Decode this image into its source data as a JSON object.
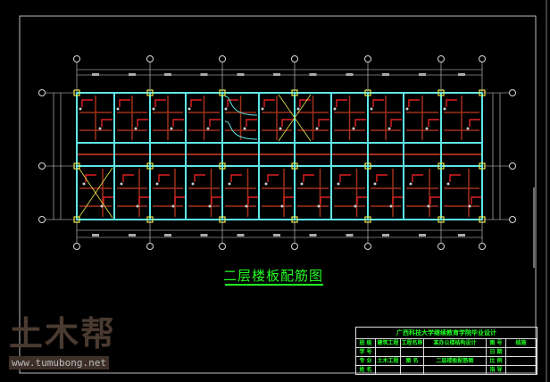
{
  "drawing": {
    "title": "二层楼板配筋图",
    "colors": {
      "beam": "#5ee6e6",
      "rebar": "#e02020",
      "secondary": "#a0301a",
      "dim": "#d8d8d8",
      "column": "#e8e850",
      "text": "#22ff22"
    }
  },
  "title_block": {
    "header": "广西科技大学继续教育学院毕业设计",
    "rows": [
      {
        "label": "班 级",
        "value": "建筑工程",
        "project_label": "工程名称",
        "project": "某办公楼结构设计",
        "r_label": "图 号",
        "r_value": "结施"
      },
      {
        "label": "学 号",
        "value": "",
        "project_label": "",
        "project": "",
        "r_label": "日 期",
        "r_value": ""
      },
      {
        "label": "专 业",
        "value": "土木工程",
        "project_label": "图 名",
        "project": "二层楼板配筋图",
        "r_label": "比 例",
        "r_value": ""
      },
      {
        "label": "姓 名",
        "value": "",
        "project_label": "",
        "project": "",
        "r_label": "指 导",
        "r_value": ""
      }
    ]
  },
  "watermark": {
    "logo": "土木帮",
    "url": "www.tumubong.net"
  }
}
